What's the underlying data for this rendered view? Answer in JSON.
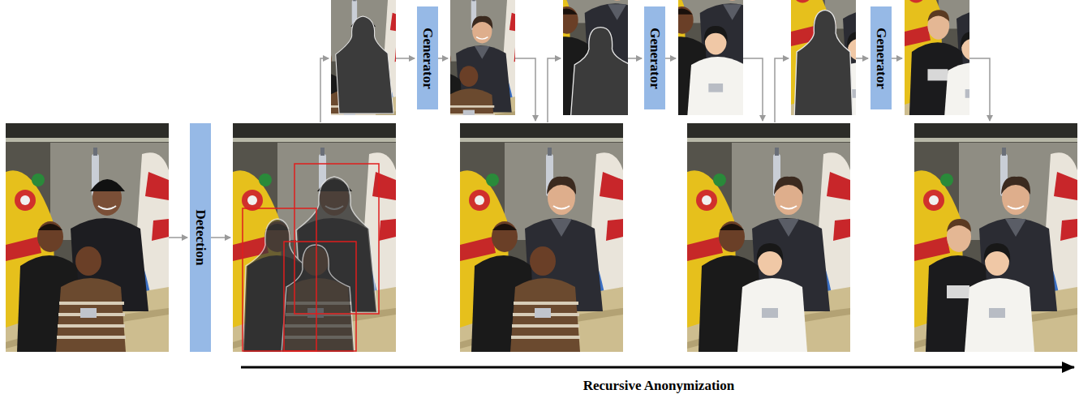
{
  "diagram": {
    "nodes": [
      {
        "text": [
          "Detection"
        ]
      },
      {
        "text": [
          "Generator"
        ]
      },
      {
        "text": [
          "Generator"
        ]
      },
      {
        "text": [
          "Generator"
        ]
      }
    ],
    "labels": [
      "Recursive Anonymization"
    ]
  }
}
